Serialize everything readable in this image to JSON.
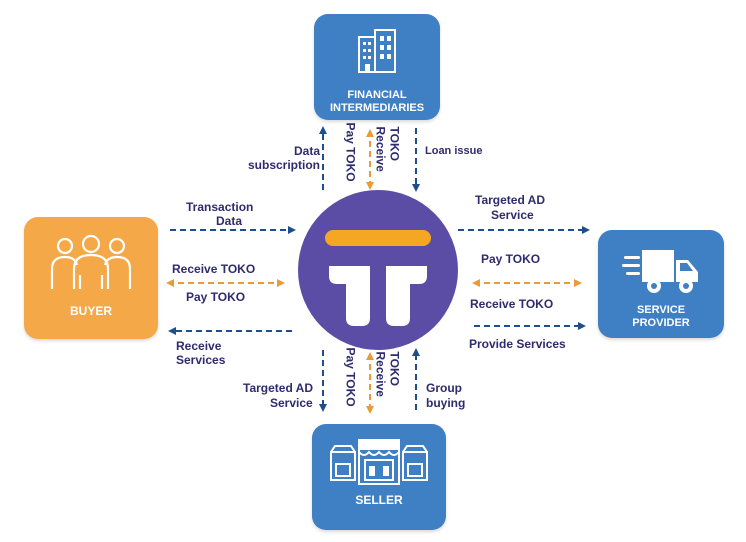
{
  "nodes": {
    "financial": {
      "label_line1": "FINANCIAL",
      "label_line2": "INTERMEDIARIES",
      "color": "#3f7fc4"
    },
    "buyer": {
      "label": "BUYER",
      "color": "#f5a847"
    },
    "seller": {
      "label": "SELLER",
      "color": "#3f7fc4"
    },
    "service": {
      "label_line1": "SERVICE",
      "label_line2": "PROVIDER",
      "color": "#3f7fc4"
    },
    "center": {
      "color": "#5b4da6",
      "logo_bar_color": "#f5a623"
    }
  },
  "colors": {
    "navy_arrow": "#1f4e8c",
    "orange_arrow": "#e99a3b",
    "text": "#2e2b6e"
  },
  "flows": {
    "top": {
      "data_subscription_1": "Data",
      "data_subscription_2": "subscription",
      "pay_toko": "Pay TOKO",
      "receive_toko_1": "Receive",
      "receive_toko_2": "TOKO",
      "loan_issue": "Loan issue"
    },
    "left": {
      "transaction_data_1": "Transaction",
      "transaction_data_2": "Data",
      "receive_toko": "Receive TOKO",
      "pay_toko": "Pay TOKO",
      "receive_services_1": "Receive",
      "receive_services_2": "Services"
    },
    "right": {
      "targeted_ad_1": "Targeted AD",
      "targeted_ad_2": "Service",
      "pay_toko": "Pay TOKO",
      "receive_toko": "Receive TOKO",
      "provide_services": "Provide Services"
    },
    "bottom": {
      "targeted_ad_1": "Targeted AD",
      "targeted_ad_2": "Service",
      "pay_toko": "Pay TOKO",
      "receive_toko_1": "Receive",
      "receive_toko_2": "TOKO",
      "group_buying_1": "Group",
      "group_buying_2": "buying"
    }
  },
  "icons": [
    "building-icon",
    "people-group-icon",
    "delivery-truck-icon",
    "storefront-icon",
    "platform-logo-icon"
  ]
}
